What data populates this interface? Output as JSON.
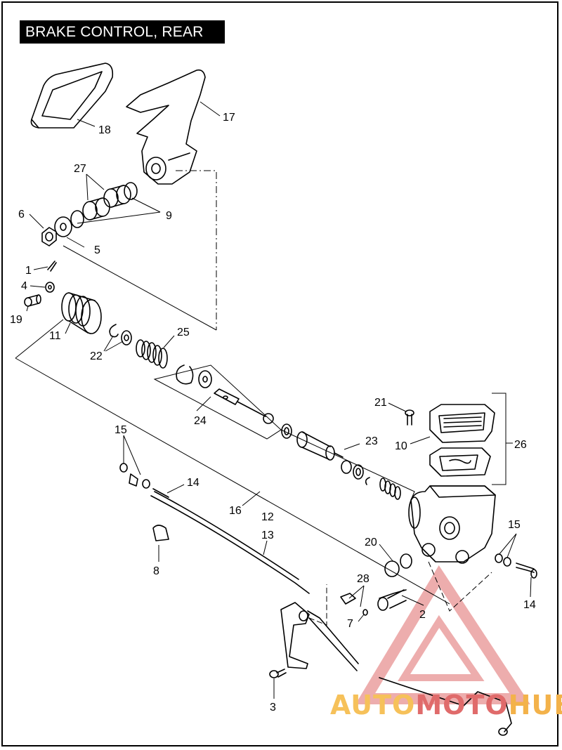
{
  "title": "BRAKE CONTROL, REAR",
  "callouts": {
    "c1": "1",
    "c2": "2",
    "c3": "3",
    "c4": "4",
    "c5": "5",
    "c6": "6",
    "c7": "7",
    "c8": "8",
    "c9": "9",
    "c10": "10",
    "c11": "11",
    "c12": "12",
    "c13": "13",
    "c14a": "14",
    "c14b": "14",
    "c15a": "15",
    "c15b": "15",
    "c16": "16",
    "c17": "17",
    "c18": "18",
    "c19": "19",
    "c20": "20",
    "c21": "21",
    "c22": "22",
    "c23": "23",
    "c24": "24",
    "c25": "25",
    "c26": "26",
    "c27": "27",
    "c28": "28"
  },
  "watermark": {
    "part1": "AUTO",
    "part2": "MOTO",
    "part3": "HUB"
  },
  "colors": {
    "ink": "#000000",
    "watermark_red": "#e06b6b",
    "watermark_orange": "#f3b24a"
  }
}
